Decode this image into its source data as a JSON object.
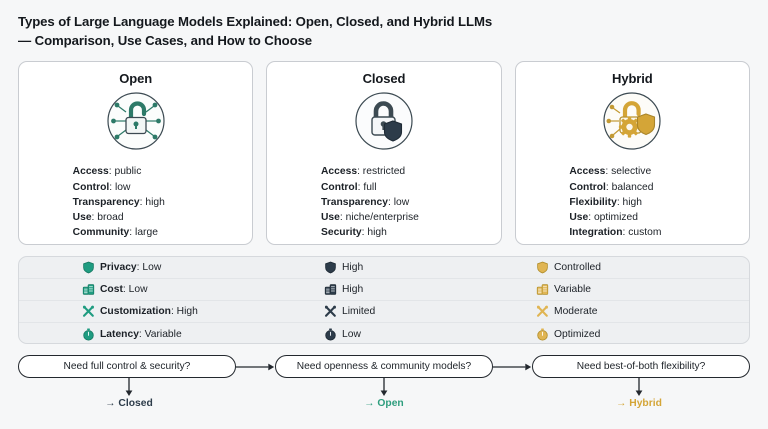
{
  "title": {
    "line1": "Types of Large Language Models Explained: Open, Closed, and Hybrid LLMs",
    "line2": "— Comparison, Use Cases, and How to Choose"
  },
  "colors": {
    "teal": "#2e9e7e",
    "teal_dark": "#2d7a68",
    "navy": "#2d3c4a",
    "gold": "#d4a537",
    "page_bg": "#f6f7f8",
    "card_border": "#c9ccd1",
    "table_bg": "#eef0f2"
  },
  "cards": [
    {
      "title": "Open",
      "icon": "open-padlock-network-icon",
      "specs": [
        {
          "key": "Access",
          "value": "public"
        },
        {
          "key": "Control",
          "value": "low"
        },
        {
          "key": "Transparency",
          "value": "high"
        },
        {
          "key": "Use",
          "value": "broad"
        },
        {
          "key": "Community",
          "value": "large"
        }
      ]
    },
    {
      "title": "Closed",
      "icon": "closed-padlock-shield-icon",
      "specs": [
        {
          "key": "Access",
          "value": "restricted"
        },
        {
          "key": "Control",
          "value": "full"
        },
        {
          "key": "Transparency",
          "value": "low"
        },
        {
          "key": "Use",
          "value": "niche/enterprise"
        },
        {
          "key": "Security",
          "value": "high"
        }
      ]
    },
    {
      "title": "Hybrid",
      "icon": "hybrid-padlock-gear-shield-icon",
      "specs": [
        {
          "key": "Access",
          "value": "selective"
        },
        {
          "key": "Control",
          "value": "balanced"
        },
        {
          "key": "Flexibility",
          "value": "high"
        },
        {
          "key": "Use",
          "value": "optimized"
        },
        {
          "key": "Integration",
          "value": "custom"
        }
      ]
    }
  ],
  "comparison": {
    "rows": [
      {
        "icon": "shield-icon",
        "label": "Privacy",
        "open": "Low",
        "closed": "High",
        "hybrid": "Controlled"
      },
      {
        "icon": "coins-icon",
        "label": "Cost",
        "open": "Low",
        "closed": "High",
        "hybrid": "Variable"
      },
      {
        "icon": "tools-icon",
        "label": "Customization",
        "open": "High",
        "closed": "Limited",
        "hybrid": "Moderate"
      },
      {
        "icon": "stopwatch-icon",
        "label": "Latency",
        "open": "Variable",
        "closed": "Low",
        "hybrid": "Optimized"
      }
    ]
  },
  "flow": {
    "steps": [
      {
        "question": "Need full control & security?",
        "outcome": "→ Closed",
        "outcome_color": "#2d3c4a"
      },
      {
        "question": "Need openness & community models?",
        "outcome": "→ Open",
        "outcome_color": "#2e9e7e"
      },
      {
        "question": "Need best-of-both flexibility?",
        "outcome": "→ Hybrid",
        "outcome_color": "#d4a537"
      }
    ]
  }
}
